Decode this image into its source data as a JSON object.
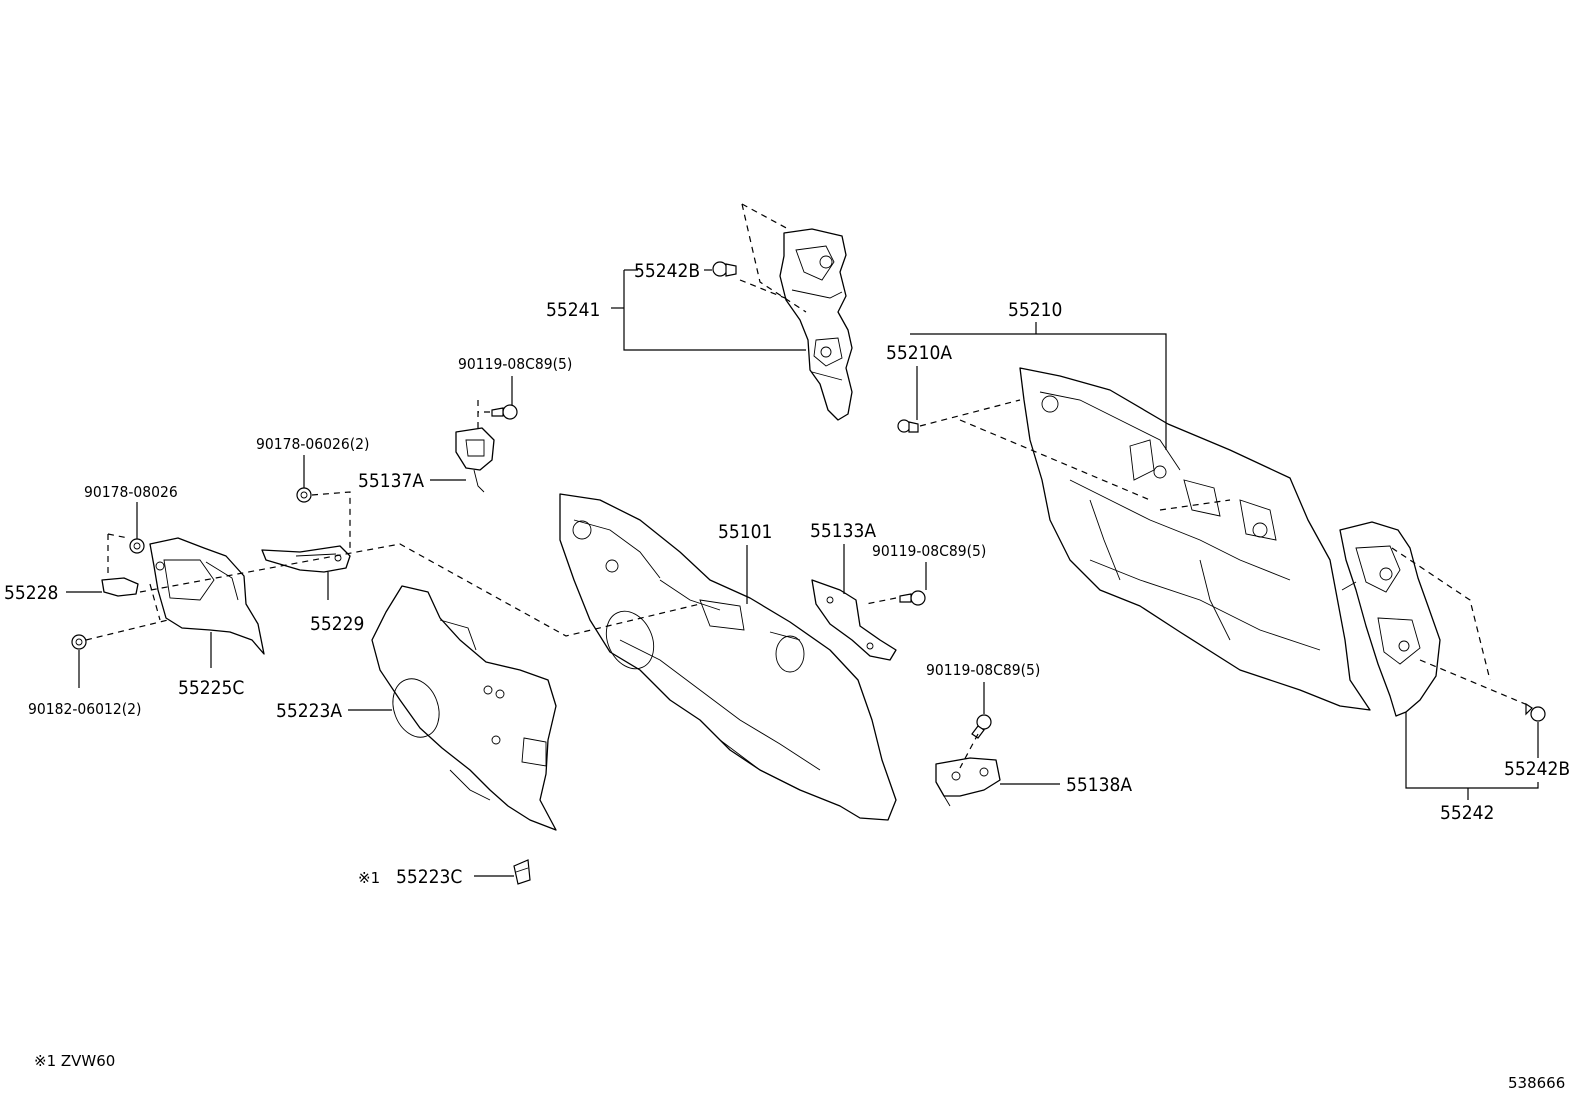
{
  "diagram": {
    "footnote": "※1 ZVW60",
    "diagram_id": "538666",
    "labels": {
      "p55242B_top": "55242B",
      "p55241": "55241",
      "p55210": "55210",
      "p55210A": "55210A",
      "b90119_a": "90119-08C89(5)",
      "n90178_06026": "90178-06026(2)",
      "p55137A": "55137A",
      "n90178_08026": "90178-08026",
      "p55228": "55228",
      "p55229": "55229",
      "n90182": "90182-06012(2)",
      "p55225C": "55225C",
      "p55223A": "55223A",
      "p55101": "55101",
      "p55133A": "55133A",
      "b90119_b": "90119-08C89(5)",
      "b90119_c": "90119-08C89(5)",
      "p55138A": "55138A",
      "mark_55223C": "※1",
      "p55223C": "55223C",
      "p55242B_right": "55242B",
      "p55242": "55242"
    }
  }
}
